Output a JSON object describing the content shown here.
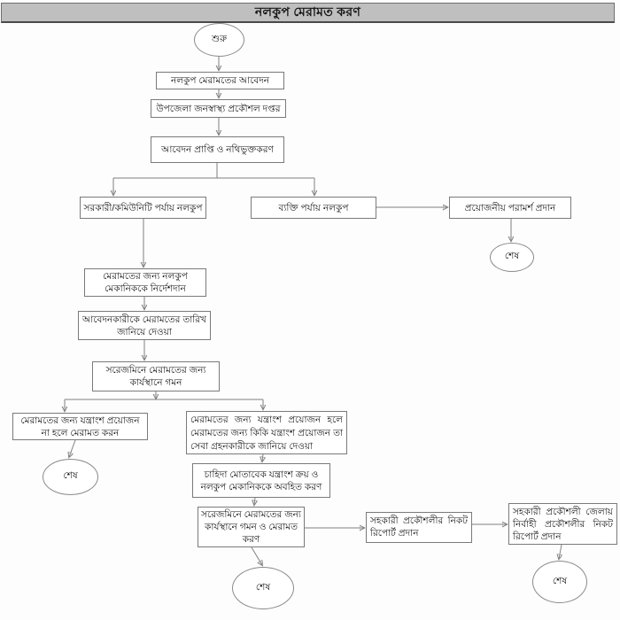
{
  "title": "নলকুপ মেরামত করণ",
  "colors": {
    "title_bar_bg": "#bfbfbf",
    "node_border": "#7a7a7a",
    "connector": "#808080",
    "background": "#fdfdfd",
    "text": "#161616"
  },
  "nodes": {
    "start": {
      "label": "শুরু",
      "shape": "oval"
    },
    "apply": {
      "label": "নলকুপ মেরামতের আবেদন",
      "shape": "rect"
    },
    "office": {
      "label": "উপজেলা জনস্বাস্থ্য প্রকৌশল দপ্তর",
      "shape": "rect"
    },
    "register": {
      "label": "আবেদন প্রাপ্তি ও নথিভুক্তকরণ",
      "shape": "rect"
    },
    "govt": {
      "label": "সরকারী/কমিউনিটি পর্যায় নলকুপ",
      "shape": "rect"
    },
    "private": {
      "label": "ব্যক্তি পর্যায় নলকুপ",
      "shape": "rect"
    },
    "advice": {
      "label": "প্রয়োজনীয় পরামর্শ প্রদান",
      "shape": "rect"
    },
    "end1": {
      "label": "শেষ",
      "shape": "oval"
    },
    "instruct": {
      "label": "মেরামতের জন্য নলকুপ মেকানিককে নির্দেশদান",
      "shape": "rect"
    },
    "informDate": {
      "label": "আবেদনকারীকে মেরামতের তারিখ জানিয়ে দেওয়া",
      "shape": "rect"
    },
    "visit": {
      "label": "সরেজমিনে মেরামতের জন্য কার্যস্থানে গমন",
      "shape": "rect"
    },
    "noParts": {
      "label": "মেরামতের জন্য যন্ত্রাংশ প্রয়োজন না হলে মেরামত করন",
      "shape": "rect"
    },
    "end2": {
      "label": "শেষ",
      "shape": "oval"
    },
    "partsNeeded": {
      "label": "মেরামতের জন্য যন্ত্রাংশ প্রয়োজন হলে মেরামতের জন্য কিকি যন্ত্রাংশ প্রয়োজন তা সেবা গ্রহনকারীকে জানিয়ে দেওয়া",
      "shape": "rect"
    },
    "purchase": {
      "label": "চাহিদা মোতাবেক যন্ত্রাংশ ক্রয় ও নলকুপ মেকানিককে অবহিত করণ",
      "shape": "rect"
    },
    "repairOnsite": {
      "label": "সরেজমিনে মেরামতের জন্য কার্যস্থানে গমন ও মেরামত করণ",
      "shape": "rect"
    },
    "end3": {
      "label": "শেষ",
      "shape": "oval"
    },
    "reportAE": {
      "label": "সহকারী প্রকৌশলীর নিকট রিপোর্ট প্রদান",
      "shape": "rect"
    },
    "reportEE": {
      "label": "সহকারী প্রকৌশলী জেলায় নির্বাহী প্রকৌশলীর নিকট রিপোর্ট প্রদান",
      "shape": "rect"
    },
    "end4": {
      "label": "শেষ",
      "shape": "oval"
    }
  }
}
